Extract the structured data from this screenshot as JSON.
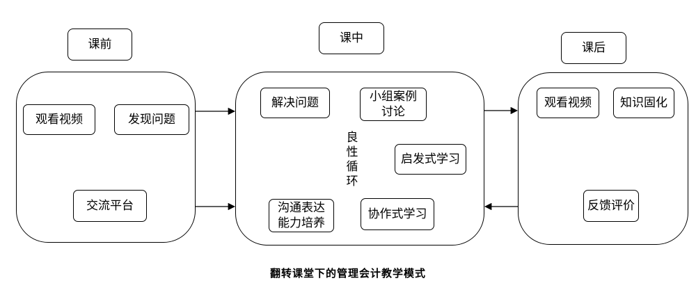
{
  "headers": {
    "pre": "课前",
    "mid": "课中",
    "post": "课后"
  },
  "pre": {
    "watch": "观看视频",
    "discover": "发现问题",
    "exchange": "交流平台"
  },
  "mid": {
    "solve": "解决问题",
    "case_discussion": "小组案例\n讨论",
    "heuristic": "启发式学习",
    "collaborative": "协作式学习",
    "communication": "沟通表达\n能力培养",
    "cycle_label": "良\n性\n循\n环"
  },
  "post": {
    "watch": "观看视频",
    "consolidate": "知识固化",
    "feedback": "反馈评价"
  },
  "caption": "翻转课堂下的管理会计教学模式"
}
